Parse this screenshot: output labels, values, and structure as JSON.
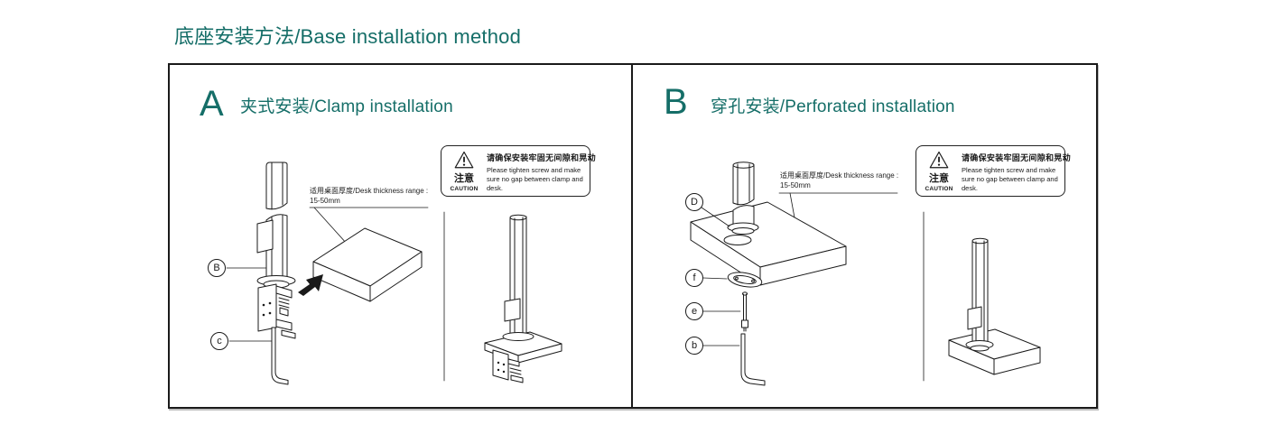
{
  "page": {
    "title": "底座安装方法/Base installation method"
  },
  "colors": {
    "accent_teal": "#156e68",
    "line_art": "#1a1a1a",
    "background": "#ffffff"
  },
  "sections": {
    "a": {
      "letter": "A",
      "title": "夹式安装/Clamp installation",
      "desk_label": {
        "line1": "适用桌面厚度/Desk thickness range :",
        "line2": "15-50mm"
      },
      "parts": [
        {
          "id": "B"
        },
        {
          "id": "c"
        }
      ]
    },
    "b": {
      "letter": "B",
      "title": "穿孔安装/Perforated installation",
      "desk_label": {
        "line1": "适用桌面厚度/Desk thickness range :",
        "line2": "15-50mm"
      },
      "parts": [
        {
          "id": "D"
        },
        {
          "id": "f"
        },
        {
          "id": "e"
        },
        {
          "id": "b"
        }
      ]
    }
  },
  "caution": {
    "zh_label": "注意",
    "en_label": "CAUTION",
    "zh_text": "请确保安装牢固无间隙和晃动",
    "en_text": "Please tighten screw and make sure no gap between clamp and desk."
  }
}
